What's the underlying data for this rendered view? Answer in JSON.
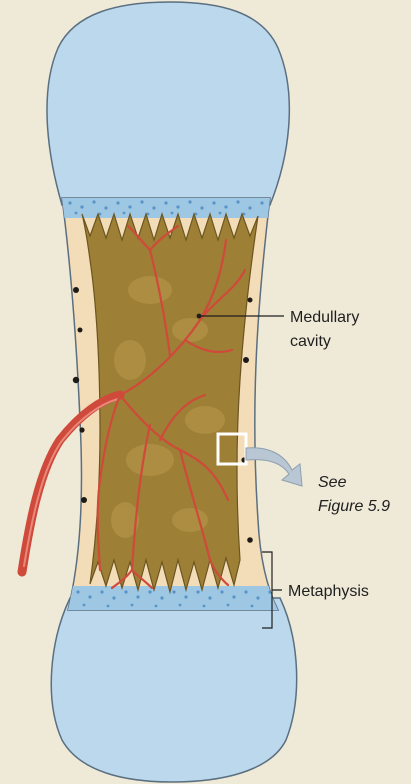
{
  "labels": {
    "medullary_line1": "Medullary",
    "medullary_line2": "cavity",
    "see_line1": "See",
    "see_line2": "Figure 5.9",
    "metaphysis": "Metaphysis"
  },
  "colors": {
    "background": "#efe9d8",
    "cartilage": "#bcd8ec",
    "cartilage_outline": "#5a6f80",
    "bone_collar": "#f3dcb8",
    "cavity": "#9d7f35",
    "vessel": "#cf4a3b",
    "callout_box": "#ffffff",
    "callout_arrow": "#b9c6d3"
  }
}
